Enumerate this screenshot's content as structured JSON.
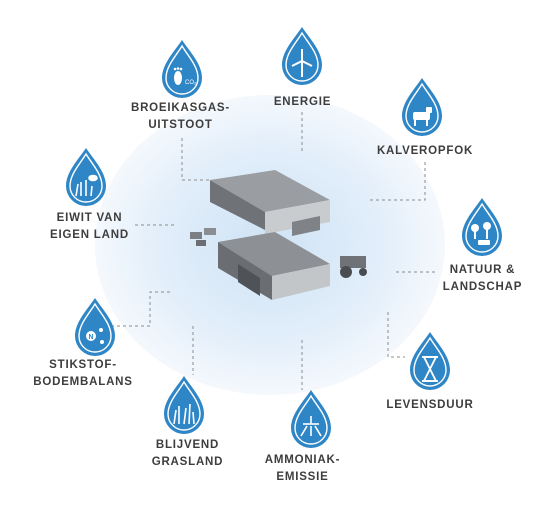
{
  "theme": {
    "drop_color": "#2f86c6",
    "line_color": "#8c8c8c",
    "text_color": "#3d3d3d",
    "glow_color": "#d6e7f6"
  },
  "items": [
    {
      "id": "broeikasgas",
      "icon": "footprint-co2-icon",
      "lines": [
        "BROEIKASGAS-",
        "UITSTOOT"
      ]
    },
    {
      "id": "energie",
      "icon": "wind-turbine-icon",
      "lines": [
        "ENERGIE"
      ]
    },
    {
      "id": "kalveropfok",
      "icon": "calf-icon",
      "lines": [
        "KALVEROPFOK"
      ]
    },
    {
      "id": "natuur",
      "icon": "trees-and-cow-icon",
      "lines": [
        "NATUUR &",
        "LANDSCHAP"
      ]
    },
    {
      "id": "levensduur",
      "icon": "hourglass-icon",
      "lines": [
        "LEVENSDUUR"
      ]
    },
    {
      "id": "ammoniak",
      "icon": "ammonia-spray-icon",
      "lines": [
        "AMMONIAK-",
        "EMISSIE"
      ]
    },
    {
      "id": "grasland",
      "icon": "grass-icon",
      "lines": [
        "BLIJVEND",
        "GRASLAND"
      ]
    },
    {
      "id": "stikstof",
      "icon": "nitrogen-soil-icon",
      "lines": [
        "STIKSTOF-",
        "BODEMBALANS"
      ]
    },
    {
      "id": "eiwit",
      "icon": "grass-sprout-icon",
      "lines": [
        "EIWIT VAN",
        "EIGEN LAND"
      ]
    }
  ],
  "center": {
    "icon": "farm-buildings-icon"
  }
}
